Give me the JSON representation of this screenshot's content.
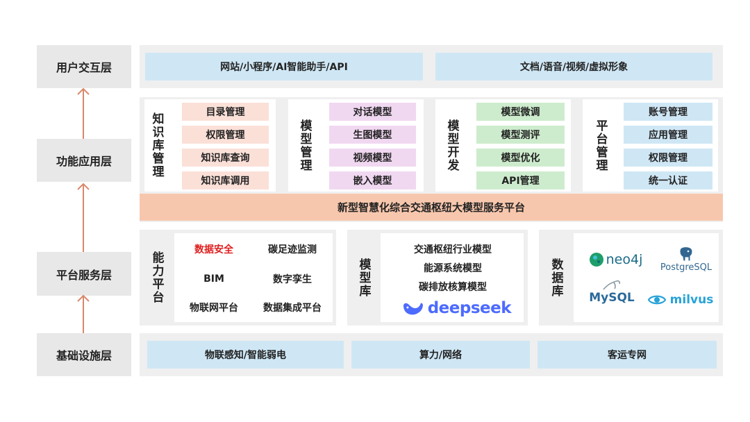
{
  "layers": {
    "user": "用户交互层",
    "function": "功能应用层",
    "platform": "平台服务层",
    "infra": "基础设施层"
  },
  "user_layer": {
    "channels": "网站/小程序/AI智能助手/API",
    "media": "文档/语音/视频/虚拟形象"
  },
  "function_layer": {
    "knowledge": {
      "title": "知识库管理",
      "items": [
        "目录管理",
        "权限管理",
        "知识库查询",
        "知识库调用"
      ]
    },
    "model_mgmt": {
      "title": "模型管理",
      "items": [
        "对话模型",
        "生图模型",
        "视频模型",
        "嵌入模型"
      ]
    },
    "model_dev": {
      "title": "模型开发",
      "items": [
        "模型微调",
        "模型测评",
        "模型优化",
        "API管理"
      ]
    },
    "platform_mgmt": {
      "title": "平台管理",
      "items": [
        "账号管理",
        "应用管理",
        "权限管理",
        "统一认证"
      ]
    },
    "banner": "新型智慧化综合交通枢纽大模型服务平台"
  },
  "platform_layer": {
    "capability": {
      "title": "能力平台",
      "items": [
        "数据安全",
        "碳足迹监测",
        "BIM",
        "数字孪生",
        "物联网平台",
        "数据集成平台"
      ],
      "highlight_color": "#e02020"
    },
    "model_lib": {
      "title": "模型库",
      "items": [
        "交通枢纽行业模型",
        "能源系统模型",
        "碳排放核算模型"
      ],
      "logo": "deepseek"
    },
    "database": {
      "title": "数据库",
      "logos": [
        "neo4j",
        "PostgreSQL",
        "MySQL",
        "milvus"
      ]
    }
  },
  "infra_layer": {
    "items": [
      "物联感知/智能弱电",
      "算力/网络",
      "客运专网"
    ]
  },
  "colors": {
    "arrow": "#d9886a",
    "blue": "#cfe7f5",
    "banner": "#f7c7ad",
    "deepseek": "#4d6bfe"
  }
}
